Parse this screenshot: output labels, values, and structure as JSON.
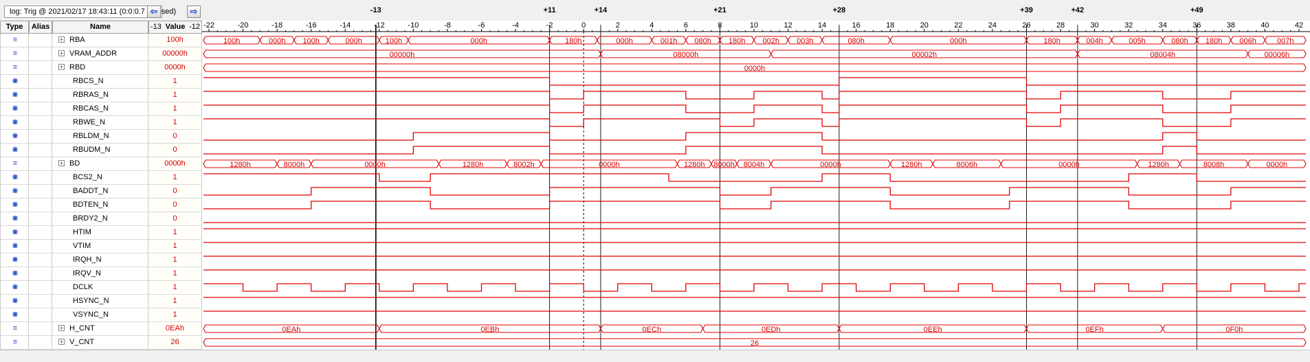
{
  "toolbar": {
    "trigger_label": "log: Trig @ 2021/02/17 18:43:11 (0:0:0.7 elapsed)",
    "prev_icon": "arrow-left-icon",
    "next_icon": "arrow-right-icon"
  },
  "headers": {
    "type": "Type",
    "alias": "Alias",
    "name": "Name",
    "range_left": "-13",
    "value": "Value",
    "range_right": "-12"
  },
  "colors": {
    "wave": "#e00000",
    "marker": "#000000",
    "dashed": "#000000",
    "grid": "#c8c8c8"
  },
  "ruler": {
    "ticks": [
      "-22",
      "-20",
      "-18",
      "-16",
      "-14",
      "-12",
      "-10",
      "-8",
      "-6",
      "-4",
      "-2",
      "0",
      "2",
      "4",
      "6",
      "8",
      "10",
      "12",
      "14",
      "16",
      "18",
      "20",
      "22",
      "24",
      "26",
      "28",
      "30",
      "32",
      "34",
      "36",
      "38",
      "40",
      "42"
    ],
    "markers": [
      "-13",
      "+11",
      "+14",
      "+21",
      "+28",
      "+39",
      "+42",
      "+49"
    ]
  },
  "signals": [
    {
      "name": "RBA",
      "kind": "bus",
      "expand": true,
      "value": "100h",
      "segments": [
        [
          -22,
          "100h"
        ],
        [
          -19,
          "000h"
        ],
        [
          -17,
          "100h"
        ],
        [
          -15,
          "000h"
        ],
        [
          -12,
          "100h"
        ],
        [
          -10.3,
          "000h"
        ],
        [
          -2,
          "180h"
        ],
        [
          0.8,
          "000h"
        ],
        [
          4,
          "001h"
        ],
        [
          6,
          "080h"
        ],
        [
          8,
          "180h"
        ],
        [
          10,
          "002h"
        ],
        [
          12,
          "003h"
        ],
        [
          14,
          "080h"
        ],
        [
          18,
          "000h"
        ],
        [
          26,
          "180h"
        ],
        [
          29,
          "004h"
        ],
        [
          31,
          "005h"
        ],
        [
          34,
          "080h"
        ],
        [
          36,
          "180h"
        ],
        [
          38,
          "006h"
        ],
        [
          40,
          "007h"
        ]
      ]
    },
    {
      "name": "VRAM_ADDR",
      "kind": "bus",
      "expand": true,
      "value": "00000h",
      "segments": [
        [
          -22,
          "00000h"
        ],
        [
          1,
          "08000h"
        ],
        [
          11,
          "00002h"
        ],
        [
          29,
          "08004h"
        ],
        [
          39,
          "00006h"
        ]
      ]
    },
    {
      "name": "RBD",
      "kind": "bus",
      "expand": true,
      "value": "0000h",
      "segments": [
        [
          -22,
          "0000h"
        ]
      ]
    },
    {
      "name": "RBCS_N",
      "kind": "bit",
      "value": "1",
      "transitions": [
        [
          -22,
          1
        ],
        [
          -2,
          0
        ],
        [
          15,
          1
        ],
        [
          26,
          0
        ]
      ]
    },
    {
      "name": "RBRAS_N",
      "kind": "bit",
      "value": "1",
      "transitions": [
        [
          -22,
          1
        ],
        [
          -2,
          0
        ],
        [
          0,
          1
        ],
        [
          6,
          0
        ],
        [
          10,
          1
        ],
        [
          14,
          0
        ],
        [
          15,
          1
        ],
        [
          26,
          0
        ],
        [
          28,
          1
        ],
        [
          34,
          0
        ],
        [
          38,
          1
        ]
      ]
    },
    {
      "name": "RBCAS_N",
      "kind": "bit",
      "value": "1",
      "transitions": [
        [
          -22,
          1
        ],
        [
          -2,
          0
        ],
        [
          0,
          1
        ],
        [
          6,
          0
        ],
        [
          10,
          1
        ],
        [
          14,
          0
        ],
        [
          15,
          1
        ],
        [
          26,
          0
        ],
        [
          28,
          1
        ],
        [
          34,
          0
        ],
        [
          38,
          1
        ]
      ]
    },
    {
      "name": "RBWE_N",
      "kind": "bit",
      "value": "1",
      "transitions": [
        [
          -22,
          1
        ],
        [
          -2,
          0
        ],
        [
          0,
          1
        ],
        [
          8,
          0
        ],
        [
          10,
          1
        ],
        [
          14,
          0
        ],
        [
          15,
          1
        ],
        [
          26,
          0
        ],
        [
          28,
          1
        ],
        [
          34,
          0
        ],
        [
          38,
          1
        ]
      ]
    },
    {
      "name": "RBLDM_N",
      "kind": "bit",
      "value": "0",
      "transitions": [
        [
          -22,
          0
        ],
        [
          -10,
          1
        ],
        [
          -2,
          0
        ],
        [
          6,
          1
        ],
        [
          14,
          0
        ],
        [
          15,
          0
        ],
        [
          26,
          0
        ],
        [
          34,
          1
        ],
        [
          36,
          0
        ]
      ]
    },
    {
      "name": "RBUDM_N",
      "kind": "bit",
      "value": "0",
      "transitions": [
        [
          -22,
          0
        ],
        [
          -10,
          1
        ],
        [
          -2,
          0
        ],
        [
          6,
          1
        ],
        [
          14,
          0
        ],
        [
          15,
          0
        ],
        [
          26,
          0
        ],
        [
          34,
          1
        ],
        [
          36,
          0
        ]
      ]
    },
    {
      "name": "BD",
      "kind": "bus",
      "expand": true,
      "value": "0000h",
      "segments": [
        [
          -22,
          "1280h"
        ],
        [
          -18,
          "8000h"
        ],
        [
          -16,
          "0000h"
        ],
        [
          -8.5,
          "1280h"
        ],
        [
          -4.5,
          "8002h"
        ],
        [
          -2.5,
          "0000h"
        ],
        [
          5.5,
          "1280h"
        ],
        [
          7.5,
          "8000h"
        ],
        [
          9,
          "8004h"
        ],
        [
          11,
          "0000h"
        ],
        [
          18,
          "1280h"
        ],
        [
          20.5,
          "8006h"
        ],
        [
          24.5,
          "0000h"
        ],
        [
          32.5,
          "1280h"
        ],
        [
          35,
          "8008h"
        ],
        [
          39,
          "0000h"
        ]
      ]
    },
    {
      "name": "BCS2_N",
      "kind": "bit",
      "value": "1",
      "transitions": [
        [
          -22,
          1
        ],
        [
          -12,
          0
        ],
        [
          -9,
          1
        ],
        [
          5,
          0
        ],
        [
          14,
          1
        ],
        [
          18,
          0
        ],
        [
          32,
          1
        ],
        [
          36,
          0
        ]
      ]
    },
    {
      "name": "BADDT_N",
      "kind": "bit",
      "value": "0",
      "transitions": [
        [
          -22,
          0
        ],
        [
          -16,
          1
        ],
        [
          -9,
          0
        ],
        [
          -2,
          1
        ],
        [
          8,
          0
        ],
        [
          11,
          1
        ],
        [
          18,
          0
        ],
        [
          25,
          1
        ],
        [
          32,
          0
        ],
        [
          38,
          1
        ]
      ]
    },
    {
      "name": "BDTEN_N",
      "kind": "bit",
      "value": "0",
      "transitions": [
        [
          -22,
          0
        ],
        [
          -16,
          1
        ],
        [
          -9,
          0
        ],
        [
          -2,
          1
        ],
        [
          8,
          0
        ],
        [
          11,
          1
        ],
        [
          18,
          0
        ],
        [
          25,
          1
        ],
        [
          32,
          0
        ],
        [
          38,
          1
        ]
      ]
    },
    {
      "name": "BRDY2_N",
      "kind": "bit",
      "value": "0",
      "transitions": [
        [
          -22,
          0
        ]
      ]
    },
    {
      "name": "HTIM",
      "kind": "bit",
      "value": "1",
      "transitions": [
        [
          -22,
          1
        ]
      ]
    },
    {
      "name": "VTIM",
      "kind": "bit",
      "value": "1",
      "transitions": [
        [
          -22,
          1
        ]
      ]
    },
    {
      "name": "IRQH_N",
      "kind": "bit",
      "value": "1",
      "transitions": [
        [
          -22,
          1
        ]
      ]
    },
    {
      "name": "IRQV_N",
      "kind": "bit",
      "value": "1",
      "transitions": [
        [
          -22,
          1
        ]
      ]
    },
    {
      "name": "DCLK",
      "kind": "clock",
      "value": "1",
      "clock": {
        "start": -22,
        "period": 4,
        "phase_high_first": true
      }
    },
    {
      "name": "HSYNC_N",
      "kind": "bit",
      "value": "1",
      "transitions": [
        [
          -22,
          1
        ]
      ]
    },
    {
      "name": "VSYNC_N",
      "kind": "bit",
      "value": "1",
      "transitions": [
        [
          -22,
          1
        ]
      ]
    },
    {
      "name": "H_CNT",
      "kind": "bus",
      "expand": true,
      "value": "0EAh",
      "segments": [
        [
          -22,
          "0EAh"
        ],
        [
          -12,
          "0EBh"
        ],
        [
          1,
          "0ECh"
        ],
        [
          7,
          "0EDh"
        ],
        [
          15,
          "0EEh"
        ],
        [
          26,
          "0EFh"
        ],
        [
          34,
          "0F0h"
        ]
      ]
    },
    {
      "name": "V_CNT",
      "kind": "bus",
      "expand": true,
      "value": "26",
      "segments": [
        [
          -22,
          "26"
        ]
      ]
    }
  ]
}
